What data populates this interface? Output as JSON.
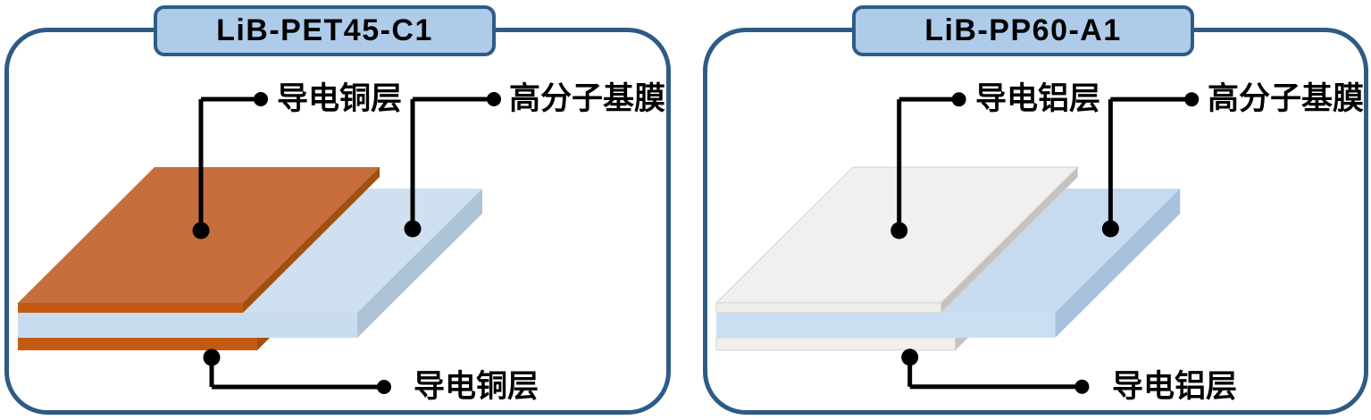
{
  "figure_type": "layer-structure-diagram",
  "panels": [
    {
      "title": "LiB-PET45-C1",
      "labels": {
        "top_metal": "导电铜层",
        "film": "高分子基膜",
        "bottom_metal": "导电铜层"
      },
      "colors": {
        "metal_top": "#C66F3C",
        "metal_front": "#C25A11",
        "metal_side": "#A3500F",
        "film_top": "#CFE0F0",
        "film_front": "#C9DCEF",
        "film_side": "#AEC2D8"
      }
    },
    {
      "title": "LiB-PP60-A1",
      "labels": {
        "top_metal": "导电铝层",
        "film": "高分子基膜",
        "bottom_metal": "导电铝层"
      },
      "colors": {
        "metal_top": "#F1F0EE",
        "metal_front": "#F0EFEC",
        "metal_side": "#C4C2BE",
        "film_top": "#C7DBF0",
        "film_front": "#CBDEF2",
        "film_side": "#A8C1DD"
      }
    }
  ],
  "theme": {
    "panel_border": "#2D5B84",
    "badge_fill": "#AECBE9",
    "badge_border": "#2E5C88",
    "callout_color": "#000000",
    "label_text_color": "#000000",
    "background": "#FFFFFF"
  }
}
